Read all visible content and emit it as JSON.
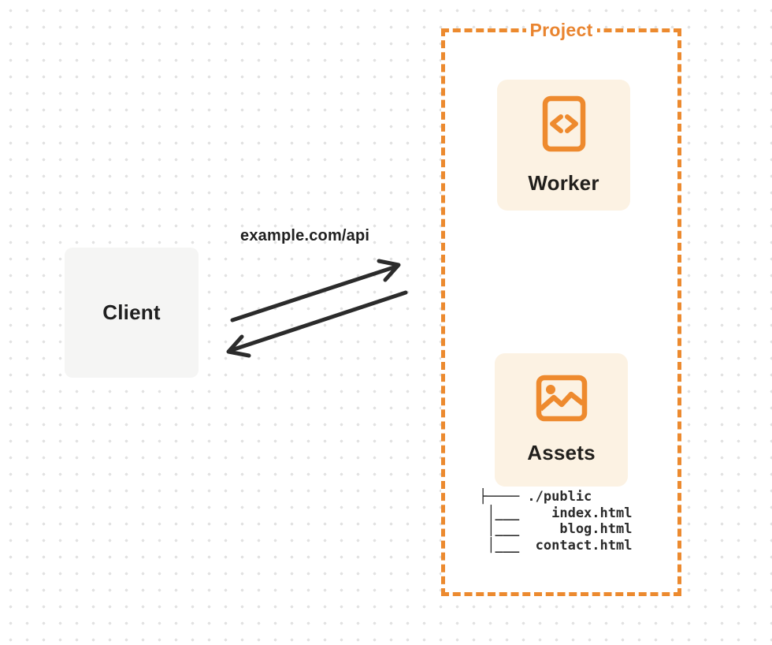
{
  "colors": {
    "accent_orange": "#ec8a2f",
    "card_background": "#fcf2e3",
    "client_background": "#f5f5f4",
    "ink": "#1f1f1f",
    "dot_grid": "#e2e2e2"
  },
  "client": {
    "label": "Client"
  },
  "request": {
    "url_label": "example.com/api"
  },
  "project": {
    "label": "Project",
    "worker": {
      "label": "Worker",
      "icon": "code-file-icon"
    },
    "assets": {
      "label": "Assets",
      "icon": "image-icon"
    },
    "file_tree": {
      "root": "./public",
      "files": [
        "index.html",
        "blog.html",
        "contact.html"
      ],
      "ascii": "├──── ./public\n │___    index.html\n │___     blog.html\n │___  contact.html"
    }
  }
}
